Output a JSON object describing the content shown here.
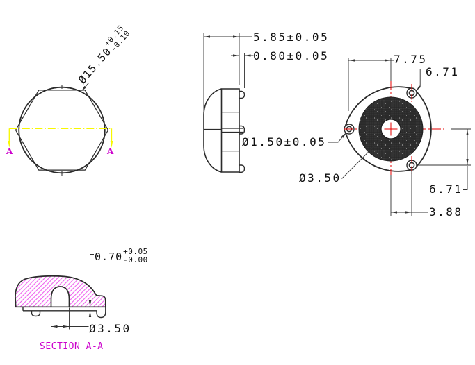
{
  "drawing_type": "engineering-drawing",
  "views": {
    "plan": {
      "section_marker": "A",
      "overall_dia": {
        "main": "Ø15.50",
        "tol_plus": "+0.15",
        "tol_minus": "-0.10"
      }
    },
    "side": {
      "overall_width": "5.85±0.05",
      "tab_width": "0.80±0.05"
    },
    "front": {
      "hole_pitch_h": "7.75",
      "pitch_top": "6.71",
      "mount_hole_dia": "Ø1.50±0.05",
      "center_hole_dia": "Ø3.50",
      "pitch_bottom": "6.71",
      "hole_offset": "3.88"
    },
    "section": {
      "label": "SECTION A-A",
      "flange_thickness": {
        "main": "0.70",
        "tol_plus": "+0.05",
        "tol_minus": "-0.00"
      },
      "cavity_dia": "Ø3.50"
    }
  },
  "colors": {
    "line": "#2b2b2b",
    "dimension": "#333333",
    "centerline_yellow": "#f8f800",
    "centerline_red": "#e60000",
    "section_magenta": "#cc00cc",
    "hatch_magenta": "#ee58ee",
    "knurl_dark": "#2d2d2d",
    "background": "#ffffff"
  }
}
